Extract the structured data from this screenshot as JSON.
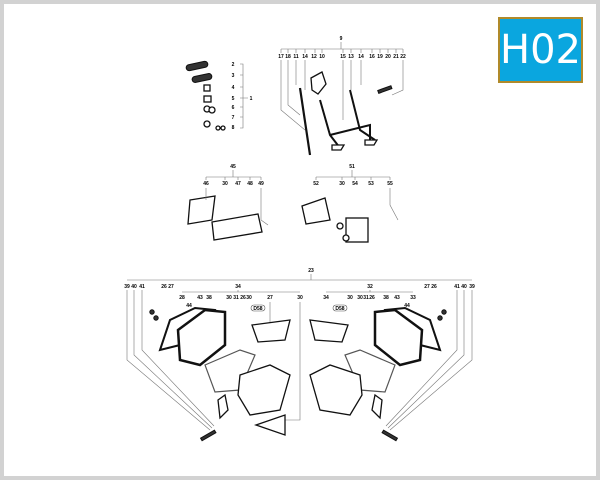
{
  "badge": {
    "label": "H02",
    "background": "#0aa6df",
    "border": "#b08a2a"
  },
  "groups": {
    "stand": {
      "ref": "9",
      "labels": [
        "17",
        "18",
        "11",
        "14",
        "12",
        "10",
        "15",
        "13",
        "14",
        "16",
        "19",
        "20",
        "21",
        "22"
      ]
    },
    "grips": {
      "ref": "1",
      "labels": [
        "2",
        "3",
        "4",
        "5",
        "6",
        "7",
        "8"
      ]
    },
    "bracket_left": {
      "ref": "45",
      "labels": [
        "46",
        "30",
        "47",
        "48",
        "49"
      ]
    },
    "bracket_right": {
      "ref": "51",
      "labels": [
        "52",
        "30",
        "54",
        "53",
        "55"
      ]
    },
    "panniers": {
      "ref": "23",
      "row1": [
        "39",
        "40",
        "41",
        "26",
        "27",
        "34",
        "32",
        "27",
        "26",
        "41",
        "40",
        "39"
      ],
      "row2": [
        "28",
        "43",
        "38",
        "30",
        "31",
        "26",
        "30",
        "27",
        "30",
        "34",
        "30",
        "30",
        "31",
        "26",
        "38",
        "43",
        "33"
      ],
      "sub": [
        "44",
        "44"
      ],
      "tags": [
        "D58",
        "D58"
      ]
    }
  }
}
